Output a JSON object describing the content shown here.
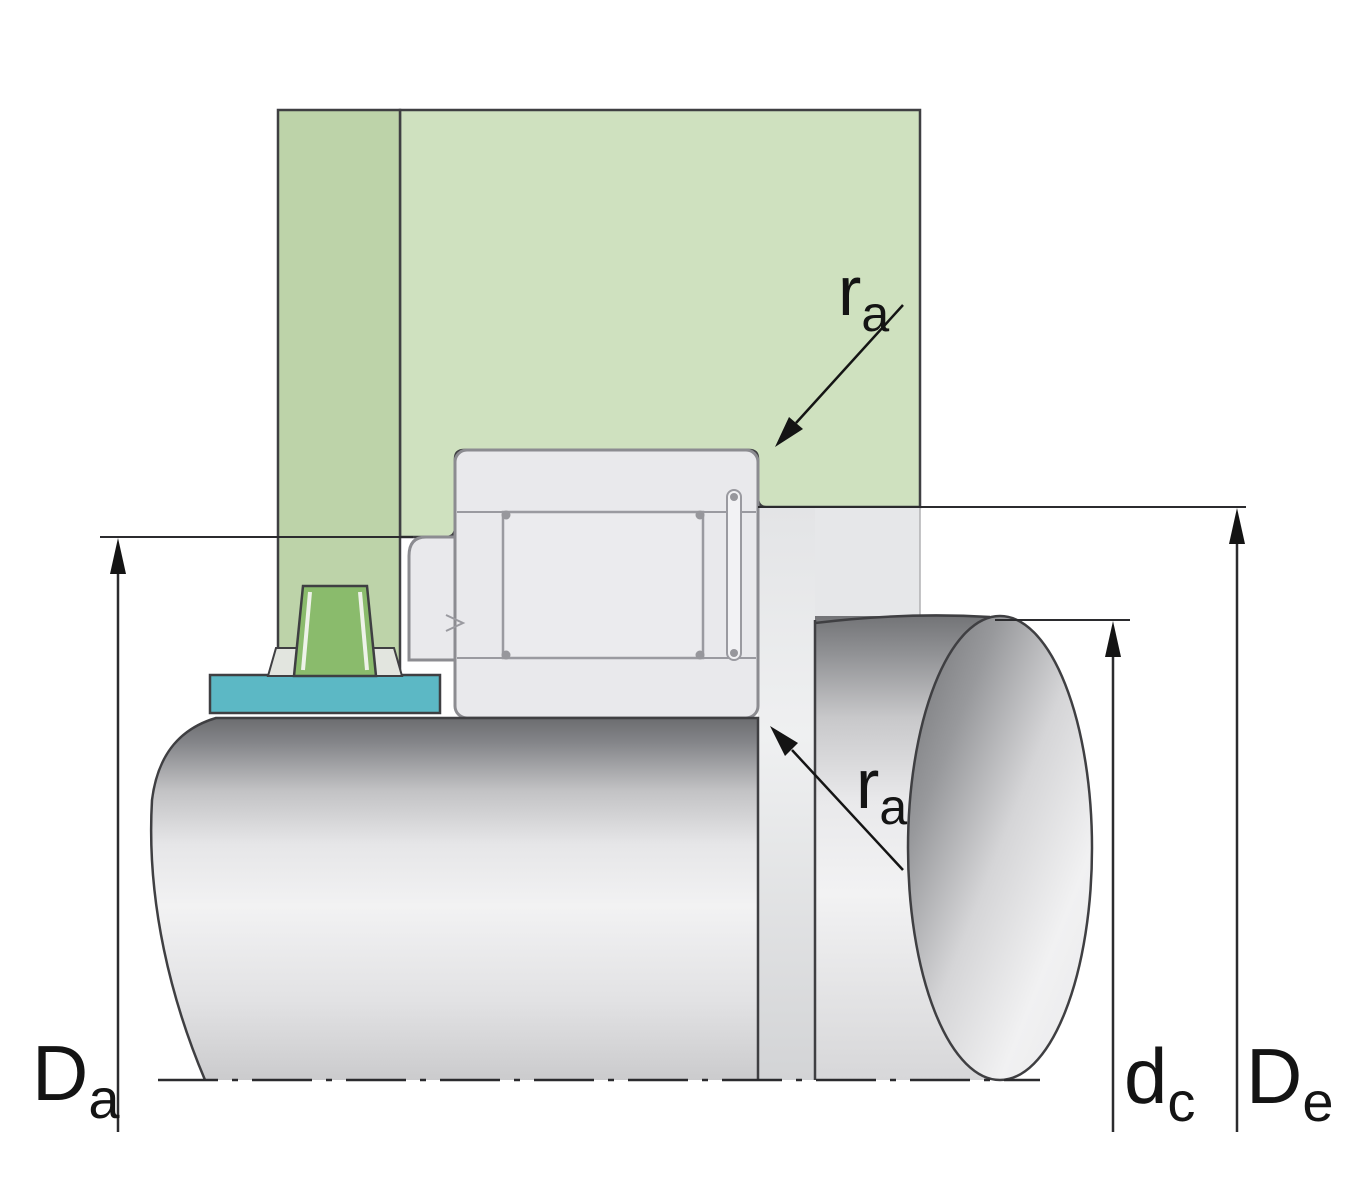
{
  "diagram": {
    "labels": {
      "dim_Da": {
        "symbol": "D",
        "subscript": "a"
      },
      "dim_dc": {
        "symbol": "d",
        "subscript": "c"
      },
      "dim_De": {
        "symbol": "D",
        "subscript": "e"
      },
      "ra_top": {
        "symbol": "r",
        "subscript": "a"
      },
      "ra_bottom": {
        "symbol": "r",
        "subscript": "a"
      }
    },
    "colors": {
      "housing": "#cfe1bf",
      "housing_wall": "#bdd3a9",
      "spacer_ring": "#5cb8c5",
      "clamp": "#8abb6c",
      "bearing": "#e9e9ec",
      "line": "#3f3f42"
    }
  }
}
